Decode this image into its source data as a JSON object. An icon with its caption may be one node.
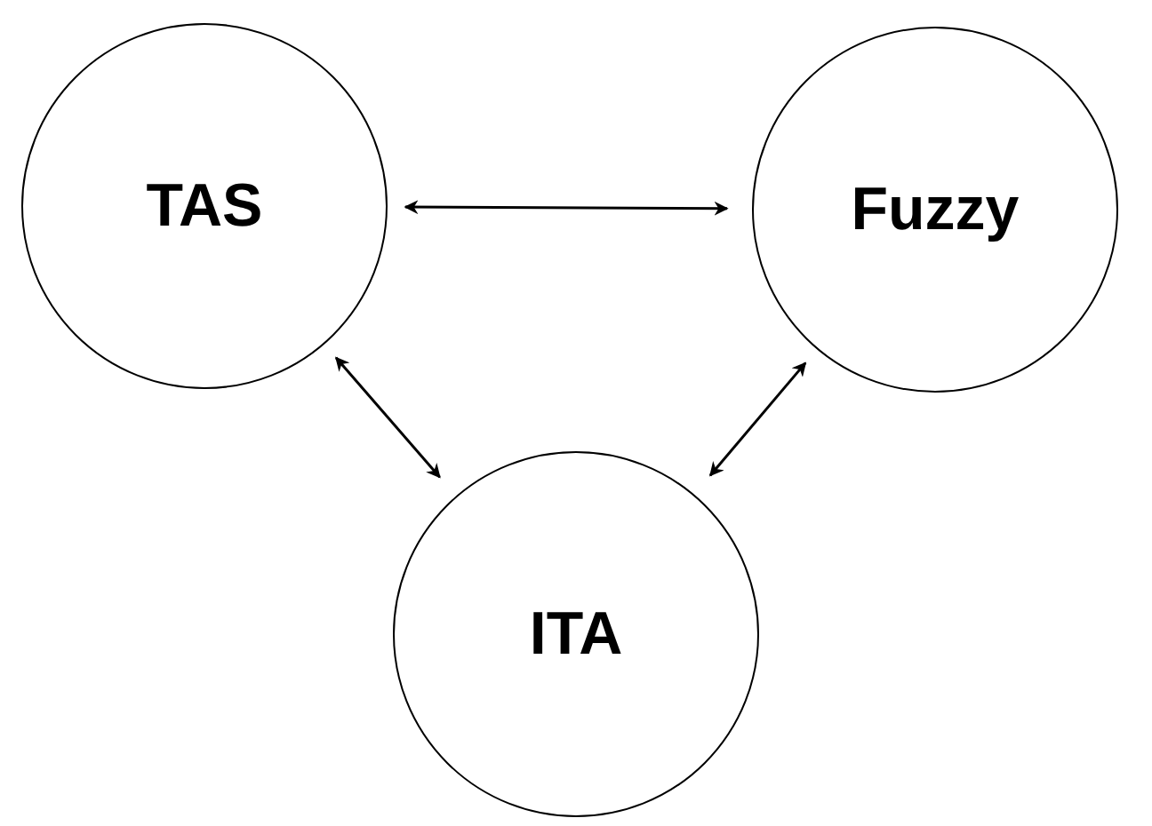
{
  "diagram": {
    "nodes": [
      {
        "text": [
          "TAS"
        ]
      },
      {
        "text": [
          "Fuzzy"
        ]
      },
      {
        "text": [
          "ITA"
        ]
      }
    ],
    "edges": [
      {
        "from": 0,
        "to": 1,
        "arrow": "both"
      },
      {
        "from": 0,
        "to": 2,
        "arrow": "both"
      },
      {
        "from": 1,
        "to": 2,
        "arrow": "both"
      }
    ]
  }
}
